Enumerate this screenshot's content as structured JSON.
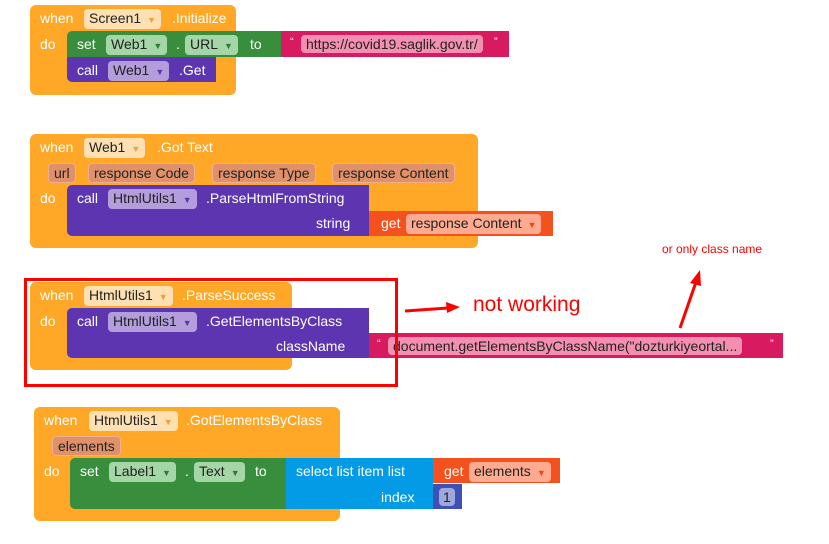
{
  "blocks": {
    "b1": {
      "when": "when",
      "component": "Screen1",
      "event": ".Initialize",
      "do": "do",
      "set": "set",
      "set_comp": "Web1",
      "dot": ".",
      "prop": "URL",
      "to": "to",
      "open_q": "“",
      "url": "https://covid19.saglik.gov.tr/",
      "close_q": "”",
      "call": "call",
      "call_comp": "Web1",
      "method": ".Get"
    },
    "b2": {
      "when": "when",
      "component": "Web1",
      "event": ".Got Text",
      "params": [
        "url",
        "response Code",
        "response Type",
        "response Content"
      ],
      "do": "do",
      "call": "call",
      "call_comp": "HtmlUtils1",
      "method": ".ParseHtmlFromString",
      "arg": "string",
      "get": "get",
      "get_var": "response Content"
    },
    "b3": {
      "when": "when",
      "component": "HtmlUtils1",
      "event": ".ParseSuccess",
      "do": "do",
      "call": "call",
      "call_comp": "HtmlUtils1",
      "method": ".GetElementsByClass",
      "arg": "className",
      "open_q": "“",
      "value": "document.getElementsByClassName(\"dozturkiyeortal...",
      "close_q": "”"
    },
    "b4": {
      "when": "when",
      "component": "HtmlUtils1",
      "event": ".GotElementsByClass",
      "param": "elements",
      "do": "do",
      "set": "set",
      "set_comp": "Label1",
      "dot": ".",
      "prop": "Text",
      "to": "to",
      "select": "select list item  list",
      "index": "index",
      "get": "get",
      "get_var": "elements",
      "index_value": "1"
    }
  },
  "annotations": {
    "not_working": "not working",
    "class_hint": "or only class name",
    "color": "#ff0000"
  }
}
